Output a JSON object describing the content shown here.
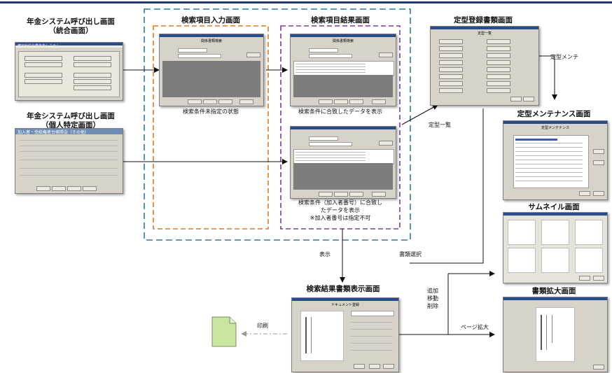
{
  "labels": {
    "integrated_title_1": "年金システム呼び出し画面",
    "integrated_title_2": "（統合画面）",
    "individual_title_1": "年金システム呼び出し画面",
    "individual_title_2": "（個人特定画面）",
    "search_input_title": "検索項目入力画面",
    "search_result_title": "検索項目結果画面",
    "template_register_title": "定型登録書類画面",
    "template_maint_title": "定型メンテナンス画面",
    "thumbnail_title": "サムネイル画面",
    "doc_zoom_title": "書類拡大画面",
    "result_doc_title": "検索結果書類表示画面",
    "unspecified_state": "検索条件未指定の状態",
    "matched_data": "検索条件に合致したデータを表示",
    "matched_member_1": "検索条件（加入者番号）に合致し",
    "matched_member_2": "たデータを表示",
    "matched_member_3": "※加入者番号は指定不可",
    "template_list": "定型一覧",
    "template_maint": "定型メンテ",
    "display": "表示",
    "doc_select": "書類選択",
    "add": "追加",
    "move": "移動",
    "delete": "削除",
    "page_zoom": "ページ拡大",
    "print": "印刷"
  },
  "screens": {
    "integrated_header": "確定給付企業年金システム",
    "individual_header": "加入者・受給権者台帳照会（その他）",
    "search_input_header": "関係書類検索",
    "search_result_header": "関係書類検索",
    "template_header": "定型一覧",
    "maint_header": "定型メンテナンス",
    "result_doc_header": "ドキュメント登録"
  },
  "colors": {
    "blue_dashed": "#2e7d9a",
    "orange_dashed": "#e07b22",
    "purple_dashed": "#7a3d9a",
    "arrow": "#111111",
    "print_arrow": "#9a9a9a",
    "doc_icon": "#c8e6a0"
  }
}
